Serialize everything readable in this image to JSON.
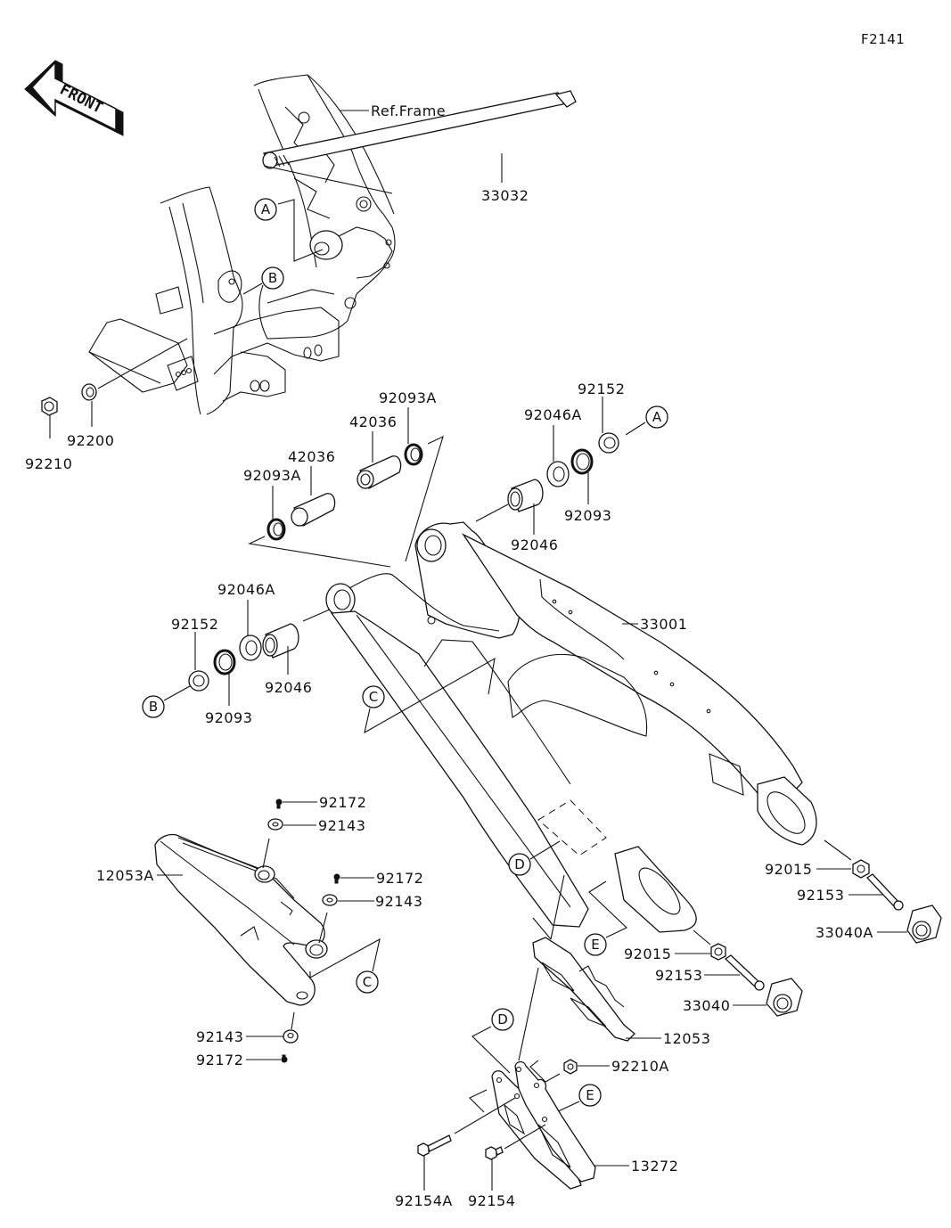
{
  "figure": {
    "id": "F2141",
    "front_indicator": "FRONT",
    "reference_label": "Ref.Frame"
  },
  "part_labels": {
    "swingarm_pivot_shaft": "33032",
    "swingarm": "33001",
    "nut_pivot": "92210",
    "washer_pivot": "92200",
    "left_seal_upper": "92093A",
    "left_collar_upper": "42036",
    "right_collar": "42036",
    "right_seal": "92093A",
    "right_seal_92046A": "92046A",
    "right_spacer_92152": "92152",
    "right_seal_92093": "92093",
    "right_bearing_92046": "92046",
    "left_seal_92046A": "92046A",
    "left_spacer_92152": "92152",
    "left_seal_92093": "92093",
    "left_bearing_92046": "92046",
    "chain_slider": "12053A",
    "slider_screw_top": "92172",
    "slider_washer_top": "92143",
    "slider_screw_mid": "92172",
    "slider_washer_mid": "92143",
    "slider_washer_bottom": "92143",
    "slider_screw_bottom": "92172",
    "nut_right_adjuster": "92015",
    "bolt_right_adjuster": "92153",
    "adjuster_right": "33040A",
    "nut_left_adjuster": "92015",
    "bolt_left_adjuster": "92153",
    "adjuster_left": "33040",
    "chain_guide": "12053",
    "chain_guide_nut": "92210A",
    "chain_guide_plate": "13272",
    "chain_guide_bolt_long": "92154A",
    "chain_guide_bolt_short": "92154"
  },
  "callouts": {
    "a_frame": "A",
    "b_frame": "B",
    "a_right": "A",
    "b_left": "B",
    "c_swingarm": "C",
    "c_slider": "C",
    "d_swingarm": "D",
    "d_guide": "D",
    "e_swingarm": "E",
    "e_guide": "E"
  }
}
